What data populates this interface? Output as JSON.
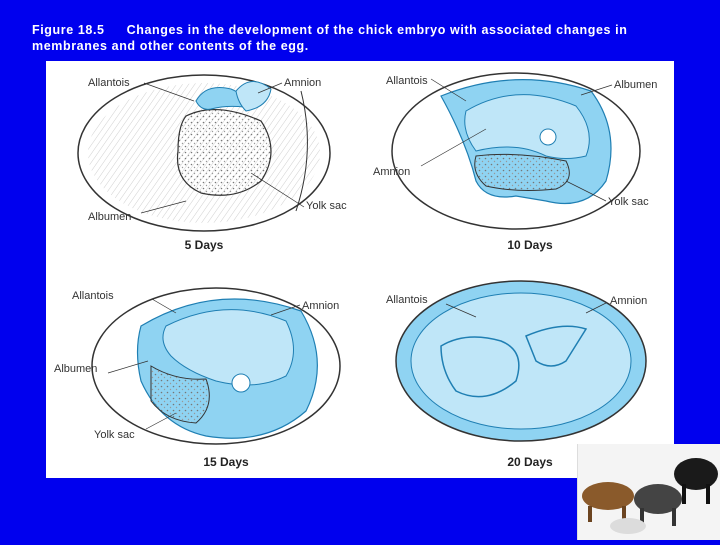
{
  "caption": {
    "figure_number": "Figure 18.5",
    "text": "Changes in the development of the chick embryo with associated changes in membranes and other contents of the egg."
  },
  "panels": [
    {
      "day_label": "5 Days",
      "labels": {
        "allantois": "Allantois",
        "amnion": "Amnion",
        "albumen": "Albumen",
        "yolk_sac": "Yolk sac"
      }
    },
    {
      "day_label": "10 Days",
      "labels": {
        "allantois": "Allantois",
        "albumen": "Albumen",
        "amnion": "Amnion",
        "yolk_sac": "Yolk sac"
      }
    },
    {
      "day_label": "15 Days",
      "labels": {
        "allantois": "Allantois",
        "amnion": "Amnion",
        "albumen": "Albumen",
        "yolk_sac": "Yolk sac"
      }
    },
    {
      "day_label": "20 Days",
      "labels": {
        "allantois": "Allantois",
        "amnion": "Amnion"
      }
    }
  ],
  "colors": {
    "background": "#0000ee",
    "membrane_blue": "#8fd3f2",
    "membrane_outline": "#1f7fb3",
    "panel_background": "#ffffff"
  }
}
